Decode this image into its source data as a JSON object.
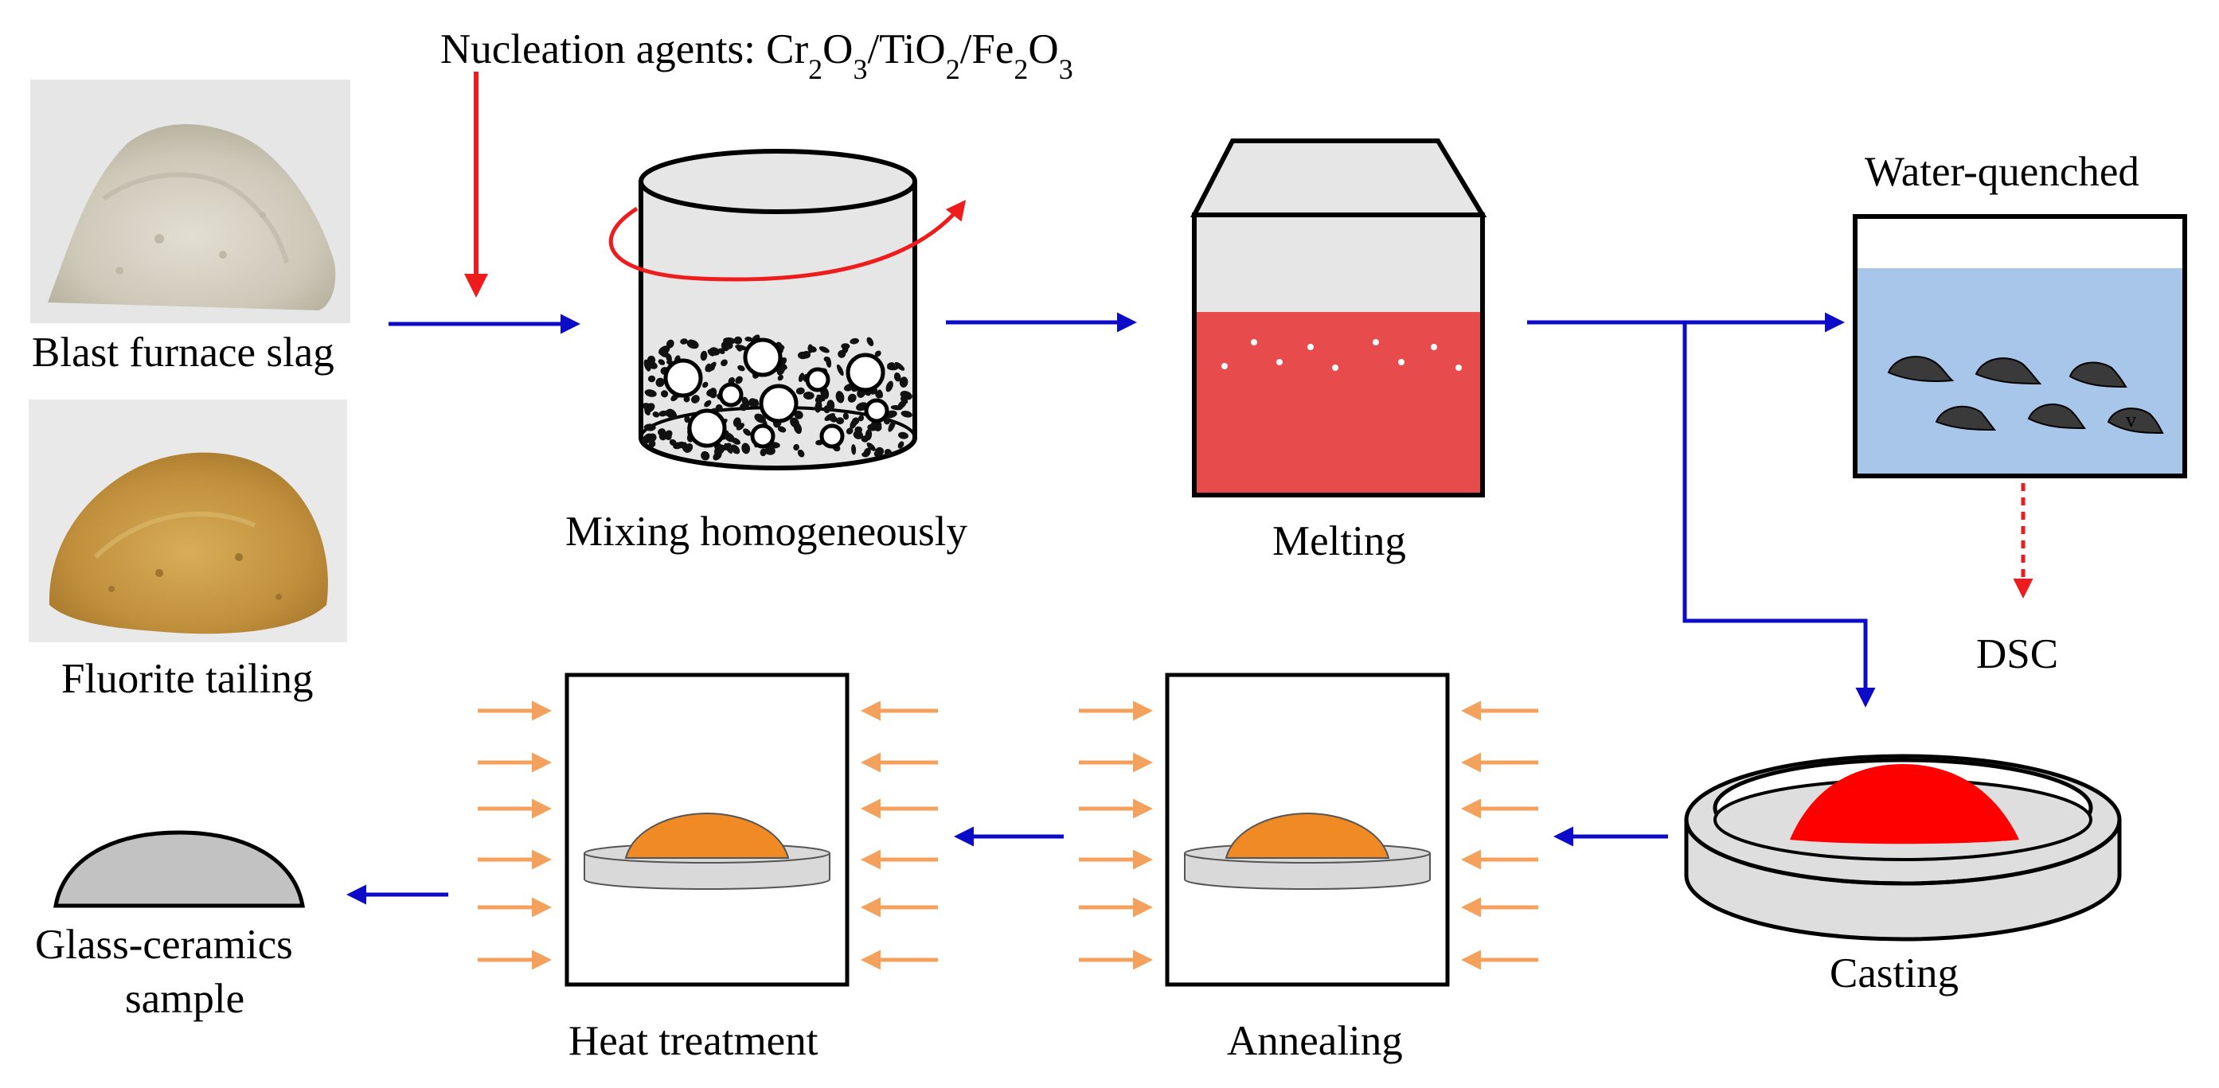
{
  "diagram": {
    "nucleation": {
      "prefix": "Nucleation agents: ",
      "parts": [
        {
          "el": "Cr",
          "sub": "2",
          "el2": "O",
          "sub2": "3"
        },
        {
          "sep": "/"
        },
        {
          "el": "TiO",
          "sub": "2"
        },
        {
          "sep": "/"
        },
        {
          "el": "Fe",
          "sub": "2",
          "el2": "O",
          "sub2": "3"
        }
      ]
    },
    "raw_materials": {
      "slag_label": "Blast furnace slag",
      "fluorite_label": "Fluorite tailing"
    },
    "steps": {
      "mixing": "Mixing homogeneously",
      "melting": "Melting",
      "water_quenched": "Water-quenched",
      "dsc": "DSC",
      "casting": "Casting",
      "annealing": "Annealing",
      "heat_treatment": "Heat treatment",
      "sample_line1": "Glass-ceramics",
      "sample_line2": "sample"
    },
    "small_mark": "v",
    "colors": {
      "flow_arrow": "#0b0bc8",
      "red_arrow": "#ee1c1c",
      "heat_arrow": "#f4a15d",
      "melt": "#e84b4b",
      "water": "#a8c6ea",
      "orange_sample": "#f08a24",
      "casting_red": "#fe0000",
      "grey": "#c2c2c2",
      "slag_powder": "#d4cfc1",
      "fluorite_powder": "#c89a48"
    }
  }
}
